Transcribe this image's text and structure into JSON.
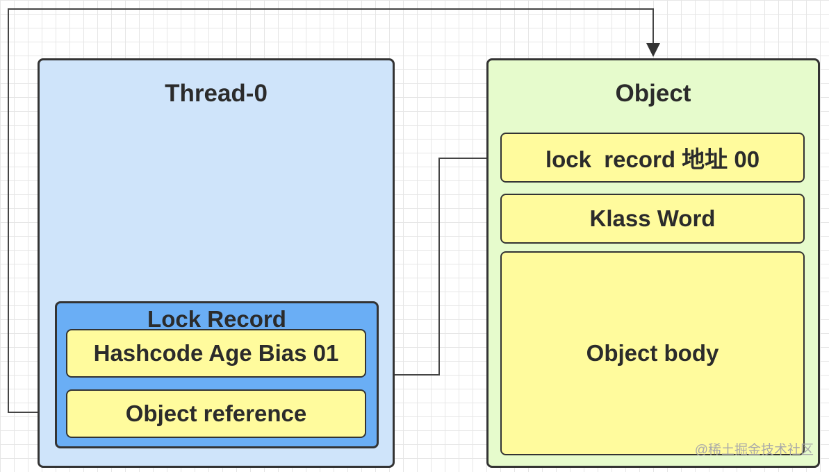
{
  "thread": {
    "title": "Thread-0",
    "lock_record": {
      "title": "Lock Record",
      "fields": [
        "Hashcode Age Bias 01",
        "Object reference"
      ]
    }
  },
  "object": {
    "title": "Object",
    "fields": [
      "lock  record 地址 00",
      "Klass Word",
      "Object body"
    ]
  },
  "watermark": "@稀土掘金技术社区",
  "colors": {
    "thread_bg": "#cfe4fa",
    "lock_record_bg": "#6aaef5",
    "object_bg": "#e6fbcc",
    "cell_bg": "#fffb9d",
    "border": "#333333"
  }
}
